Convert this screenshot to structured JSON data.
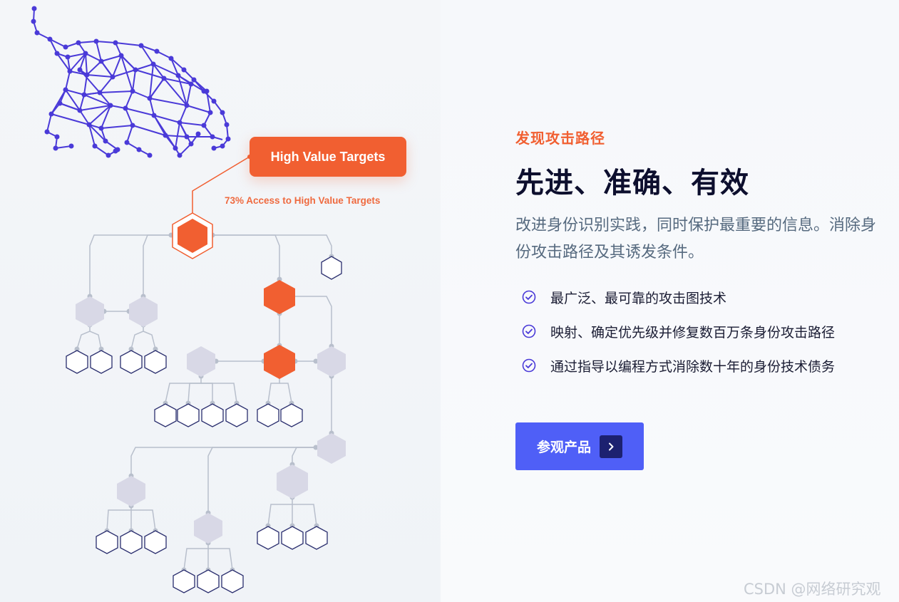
{
  "hero_graphic": {
    "callout_label": "High Value Targets",
    "callout_subtitle": "73% Access to High Value Targets"
  },
  "content": {
    "eyebrow": "发现攻击路径",
    "headline": "先进、准确、有效",
    "description": "改进身份识别实践，同时保护最重要的信息。消除身份攻击路径及其诱发条件。",
    "features": [
      {
        "text": "最广泛、最可靠的攻击图技术",
        "icon": "check-circle-icon"
      },
      {
        "text": "映射、确定优先级并修复数百万条身份攻击路径",
        "icon": "check-circle-icon"
      },
      {
        "text": "通过指导以编程方式消除数十年的身份技术债务",
        "icon": "check-circle-icon"
      }
    ],
    "cta_label": "参观产品",
    "cta_icon": "chevron-right-icon"
  },
  "watermark": "CSDN @网络研究观",
  "colors": {
    "accent_orange": "#f15f31",
    "accent_purple": "#4a3ad8",
    "cta_blue": "#4f5ff7",
    "cta_arrow_bg": "#1c2170",
    "node_grey": "#d8d8e6",
    "node_outline": "#2a2e6e"
  }
}
